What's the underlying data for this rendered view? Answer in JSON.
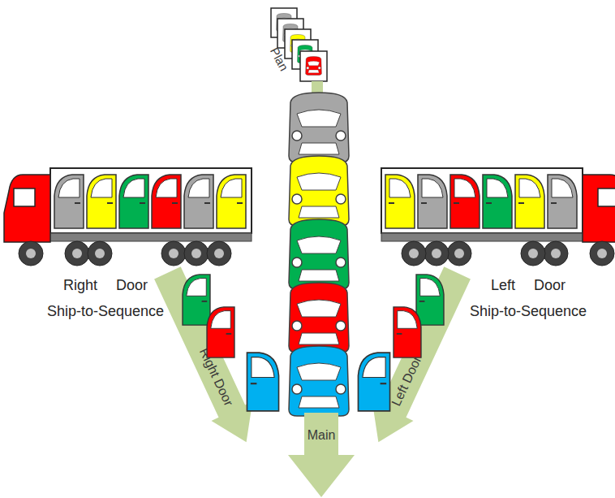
{
  "diagram": {
    "nodes": [
      {
        "text": [
          "Right Door"
        ]
      },
      {
        "text": [
          "Left Door"
        ]
      },
      {
        "text": [
          "Main"
        ]
      }
    ],
    "labels": [
      "Plan",
      "Right Door Ship-to-Sequence",
      "Left Door Ship-to-Sequence"
    ]
  }
}
